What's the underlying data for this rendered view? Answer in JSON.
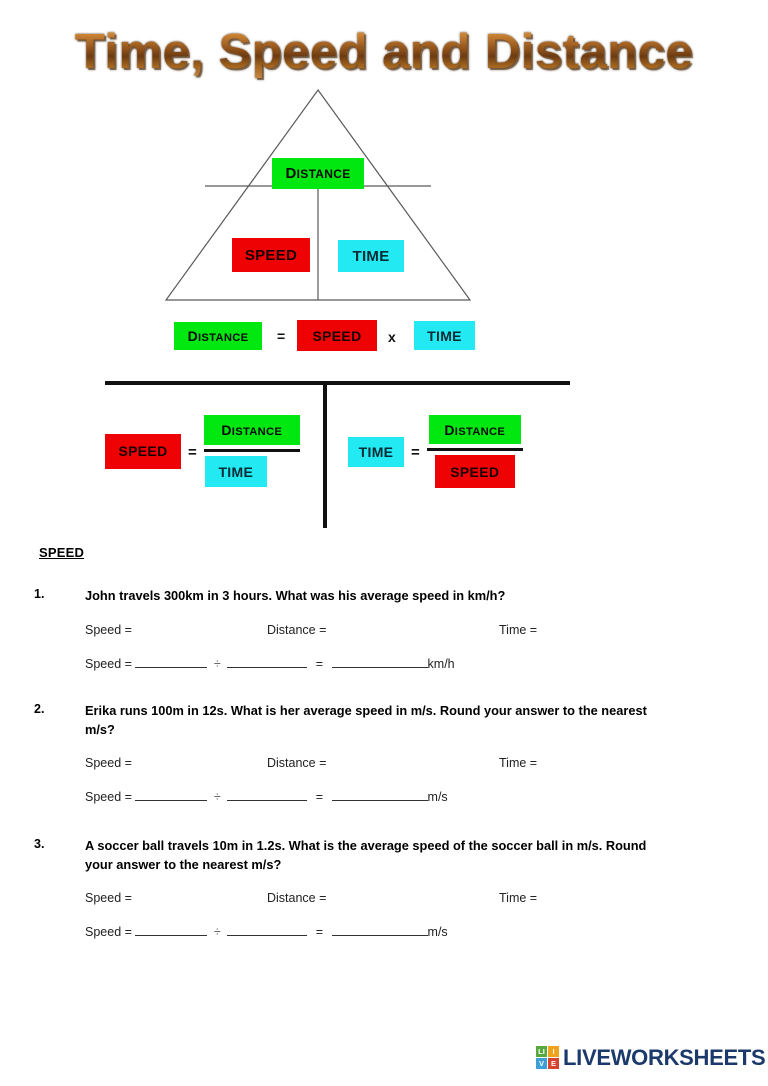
{
  "title": "Time, Speed and Distance",
  "colors": {
    "green": "#00e810",
    "red": "#ee0204",
    "cyan": "#22e9f2",
    "title_gradient_top": "#e6a862",
    "title_gradient_mid": "#8d4f18",
    "title_gradient_bottom": "#c78a44",
    "logo_navy": "#1b3a6b"
  },
  "triangle": {
    "top_label": "DISTANCE",
    "bottom_left_label": "SPEED",
    "bottom_right_label": "TIME"
  },
  "equation": {
    "left": "DISTANCE",
    "equals": "=",
    "middle": "SPEED",
    "times": "x",
    "right": "TIME"
  },
  "formulas": [
    {
      "name": "speed-formula",
      "subject": "SPEED",
      "equals": "=",
      "numerator": "DISTANCE",
      "denominator": "TIME"
    },
    {
      "name": "time-formula",
      "subject": "TIME",
      "equals": "=",
      "numerator": "DISTANCE",
      "denominator": "SPEED"
    }
  ],
  "worksheet": {
    "section_heading": "SPEED",
    "questions": [
      {
        "number": "1.",
        "text": "John travels 300km in 3 hours. What was his average speed in km/h?",
        "vars": {
          "speed": "Speed =",
          "distance": "Distance =",
          "time": "Time ="
        },
        "answer": {
          "label": "Speed =",
          "operator": "÷",
          "equals": "=",
          "unit": "km/h"
        }
      },
      {
        "number": "2.",
        "text": "Erika runs 100m in 12s. What is her average speed in m/s. Round your answer to the nearest m/s?",
        "vars": {
          "speed": "Speed =",
          "distance": "Distance =",
          "time": "Time ="
        },
        "answer": {
          "label": "Speed =",
          "operator": "÷",
          "equals": "=",
          "unit": "m/s"
        }
      },
      {
        "number": "3.",
        "text": "A soccer ball travels 10m in 1.2s. What is the average speed of the soccer ball in m/s. Round your answer to the nearest m/s?",
        "vars": {
          "speed": "Speed =",
          "distance": "Distance =",
          "time": "Time ="
        },
        "answer": {
          "label": "Speed =",
          "operator": "÷",
          "equals": "=",
          "unit": "m/s"
        }
      }
    ]
  },
  "footer": {
    "logo_cells": [
      "LI",
      "I",
      "V",
      "E"
    ],
    "logo_text": "LIVEWORKSHEETS"
  }
}
